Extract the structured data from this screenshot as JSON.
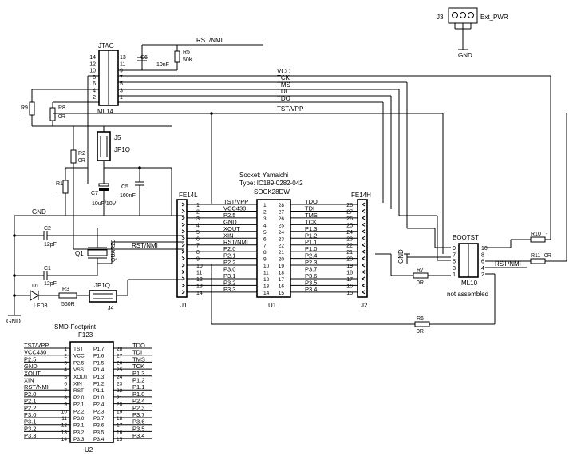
{
  "ext_pwr": {
    "ref": "J3",
    "name": "Ext_PWR",
    "gnd": "GND"
  },
  "jtag": {
    "title": "JTAG",
    "part": "ML14",
    "left_pins": [
      "14",
      "12",
      "10",
      "8",
      "6",
      "4",
      "2"
    ],
    "right_pins": [
      "13",
      "11",
      "9",
      "7",
      "5",
      "3",
      "1"
    ]
  },
  "rst_nmi": "RST/NMI",
  "c6": {
    "ref": "C6",
    "val": "10nF"
  },
  "r5": {
    "ref": "R5",
    "val": "50K"
  },
  "bus": [
    "VCC",
    "TCK",
    "TMS",
    "TDI",
    "TDO",
    "TST/VPP"
  ],
  "r9": {
    "ref": "R9",
    "val": "-"
  },
  "r8": {
    "ref": "R8",
    "val": "0R"
  },
  "r2": {
    "ref": "R2",
    "val": "0R"
  },
  "r1": {
    "ref": "R1",
    "val": "-"
  },
  "j5": {
    "ref": "J5",
    "name": "JP1Q"
  },
  "c7": {
    "ref": "C7",
    "val": "10uF/10V"
  },
  "c5": {
    "ref": "C5",
    "val": "100nF"
  },
  "c2": {
    "ref": "C2",
    "val": "12pF"
  },
  "c1": {
    "ref": "C1",
    "val": "12pF"
  },
  "q1": {
    "ref": "Q1",
    "name": "QUARZ3"
  },
  "gnd": "GND",
  "d1": {
    "ref": "D1",
    "name": "LED3"
  },
  "r3": {
    "ref": "R3",
    "val": "560R"
  },
  "j4": {
    "ref": "J4",
    "name": "JP1Q"
  },
  "socket": {
    "line1": "Socket: Yamaichi",
    "line2": "Type: IC189-0282-042",
    "name": "SOCK28DW",
    "ref": "U1",
    "left_pins": [
      "1",
      "2",
      "3",
      "4",
      "5",
      "6",
      "7",
      "8",
      "9",
      "10",
      "11",
      "12",
      "13",
      "14"
    ],
    "right_pins": [
      "28",
      "27",
      "26",
      "25",
      "24",
      "23",
      "22",
      "21",
      "20",
      "19",
      "18",
      "17",
      "16",
      "15"
    ]
  },
  "j1": {
    "part": "FE14L",
    "ref": "J1",
    "signals": [
      "TST/VPP",
      "VCC430",
      "P2.5",
      "GND",
      "XOUT",
      "XIN",
      "RST/NMI",
      "P2.0",
      "P2.1",
      "P2.2",
      "P3.0",
      "P3.1",
      "P3.2",
      "P3.3"
    ]
  },
  "j2": {
    "part": "FE14H",
    "ref": "J2",
    "signals": [
      "TDO",
      "TDI",
      "TMS",
      "TCK",
      "P1.3",
      "P1.2",
      "P1.1",
      "P1.0",
      "P2.4",
      "P2.3",
      "P3.7",
      "P3.6",
      "P3.5",
      "P3.4"
    ]
  },
  "boot": {
    "title": "BOOTST",
    "part": "ML10",
    "note": "not assembled",
    "left_pins": [
      "9",
      "7",
      "5",
      "3",
      "1"
    ],
    "right_pins": [
      "10",
      "8",
      "6",
      "4",
      "2"
    ],
    "gnd": "GND"
  },
  "r10": {
    "ref": "R10",
    "val": "-"
  },
  "r11": {
    "ref": "R11",
    "val": "0R"
  },
  "r7": {
    "ref": "R7",
    "val": "0R"
  },
  "r6": {
    "ref": "R6",
    "val": "0R"
  },
  "u2": {
    "title": "SMD-Footprint",
    "name": "F123",
    "ref": "U2",
    "left_pins": [
      "1",
      "2",
      "3",
      "4",
      "5",
      "6",
      "7",
      "8",
      "9",
      "10",
      "11",
      "12",
      "13",
      "14"
    ],
    "right_pins": [
      "28",
      "27",
      "26",
      "25",
      "24",
      "23",
      "22",
      "21",
      "20",
      "19",
      "18",
      "17",
      "16",
      "15"
    ],
    "left_nets": [
      "TST/VPP",
      "VCC430",
      "P2.5",
      "GND",
      "XOUT",
      "XIN",
      "RST/NMI",
      "P2.0",
      "P2.1",
      "P2.2",
      "P3.0",
      "P3.1",
      "P3.2",
      "P3.3"
    ],
    "right_nets": [
      "TDO",
      "TDI",
      "TMS",
      "TCK",
      "P1.3",
      "P1.2",
      "P1.1",
      "P1.0",
      "P2.4",
      "P2.3",
      "P3.7",
      "P3.6",
      "P3.5",
      "P3.4"
    ],
    "inner_left": [
      "TST",
      "VCC",
      "P2.5",
      "VSS",
      "XOUT",
      "XIN",
      "RST",
      "P2.0",
      "P2.1",
      "P2.2",
      "P3.0",
      "P3.1",
      "P3.2",
      "P3.3"
    ],
    "inner_right": [
      "P1.7",
      "P1.6",
      "P1.5",
      "P1.4",
      "P1.3",
      "P1.2",
      "P1.1",
      "P1.0",
      "P2.4",
      "P2.3",
      "P3.7",
      "P3.6",
      "P3.5",
      "P3.4"
    ]
  }
}
